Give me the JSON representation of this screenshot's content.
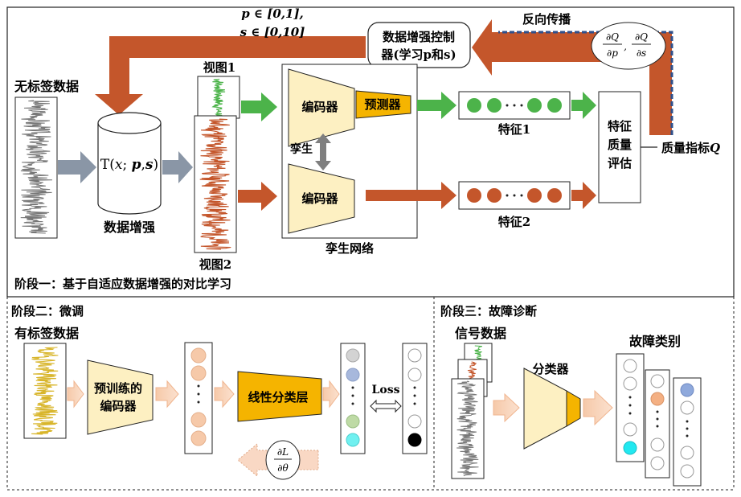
{
  "stage1": {
    "title": "阶段一：基于自适应数据增强的对比学习",
    "unlabeled_data": "无标签数据",
    "augment_fn": "T(x; p,s)",
    "augment_label": "数据增强",
    "param_p": "p ∈ [0,1],",
    "param_s": "s ∈ [0,10]",
    "controller_line1": "数据增强控制",
    "controller_line2": "器(学习p和s)",
    "backprop": "反向传播",
    "gradient": "∂Q/∂p , ∂Q/∂s",
    "view1": "视图1",
    "view2": "视图2",
    "encoder": "编码器",
    "predictor": "预测器",
    "twin": "孪生",
    "siamese_net": "孪生网络",
    "feature1": "特征1",
    "feature2": "特征2",
    "quality_eval": "特征质量评估",
    "quality_metric": "质量指标Q"
  },
  "stage2": {
    "title": "阶段二：微调",
    "labeled_data": "有标签数据",
    "pretrained_line1": "预训练的",
    "pretrained_line2": "编码器",
    "linear_layer": "线性分类层",
    "loss": "Loss",
    "grad_L": "∂L/∂θ"
  },
  "stage3": {
    "title": "阶段三：故障诊断",
    "signal_data": "信号数据",
    "classifier": "分类器",
    "fault_class": "故障类别"
  },
  "colors": {
    "rust": "#c4562b",
    "green": "#4cb34a",
    "gold": "#f5b400",
    "cream": "#fdf0c2",
    "gray_arrow": "#8a96a6",
    "navy": "#2f4f8a"
  }
}
